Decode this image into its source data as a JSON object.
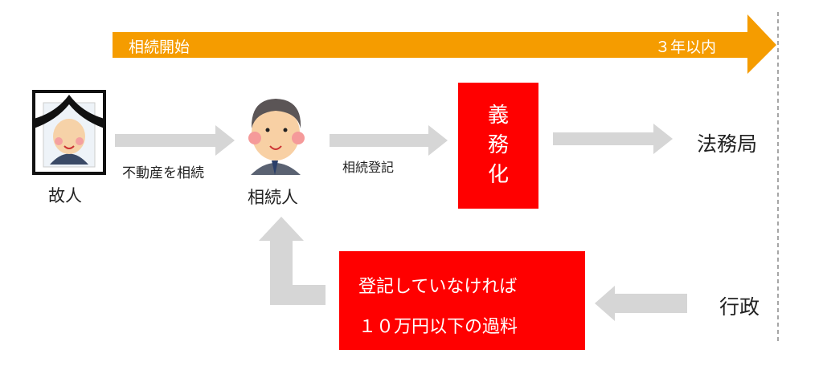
{
  "timeline": {
    "start_label": "相続開始",
    "deadline_label": "３年以内"
  },
  "deceased": {
    "label": "故人"
  },
  "inherit_arrow": {
    "label": "不動産を相続"
  },
  "heir": {
    "label": "相続人"
  },
  "registration_arrow": {
    "label": "相続登記"
  },
  "mandatory": {
    "chars": [
      "義",
      "務",
      "化"
    ]
  },
  "legal_bureau": {
    "label": "法務局"
  },
  "administration": {
    "label": "行政"
  },
  "penalty": {
    "line1": "登記していなければ",
    "line2": "１０万円以下の過料"
  },
  "colors": {
    "orange": "#f59c00",
    "red": "#ff0000",
    "gray": "#d6d6d6"
  }
}
